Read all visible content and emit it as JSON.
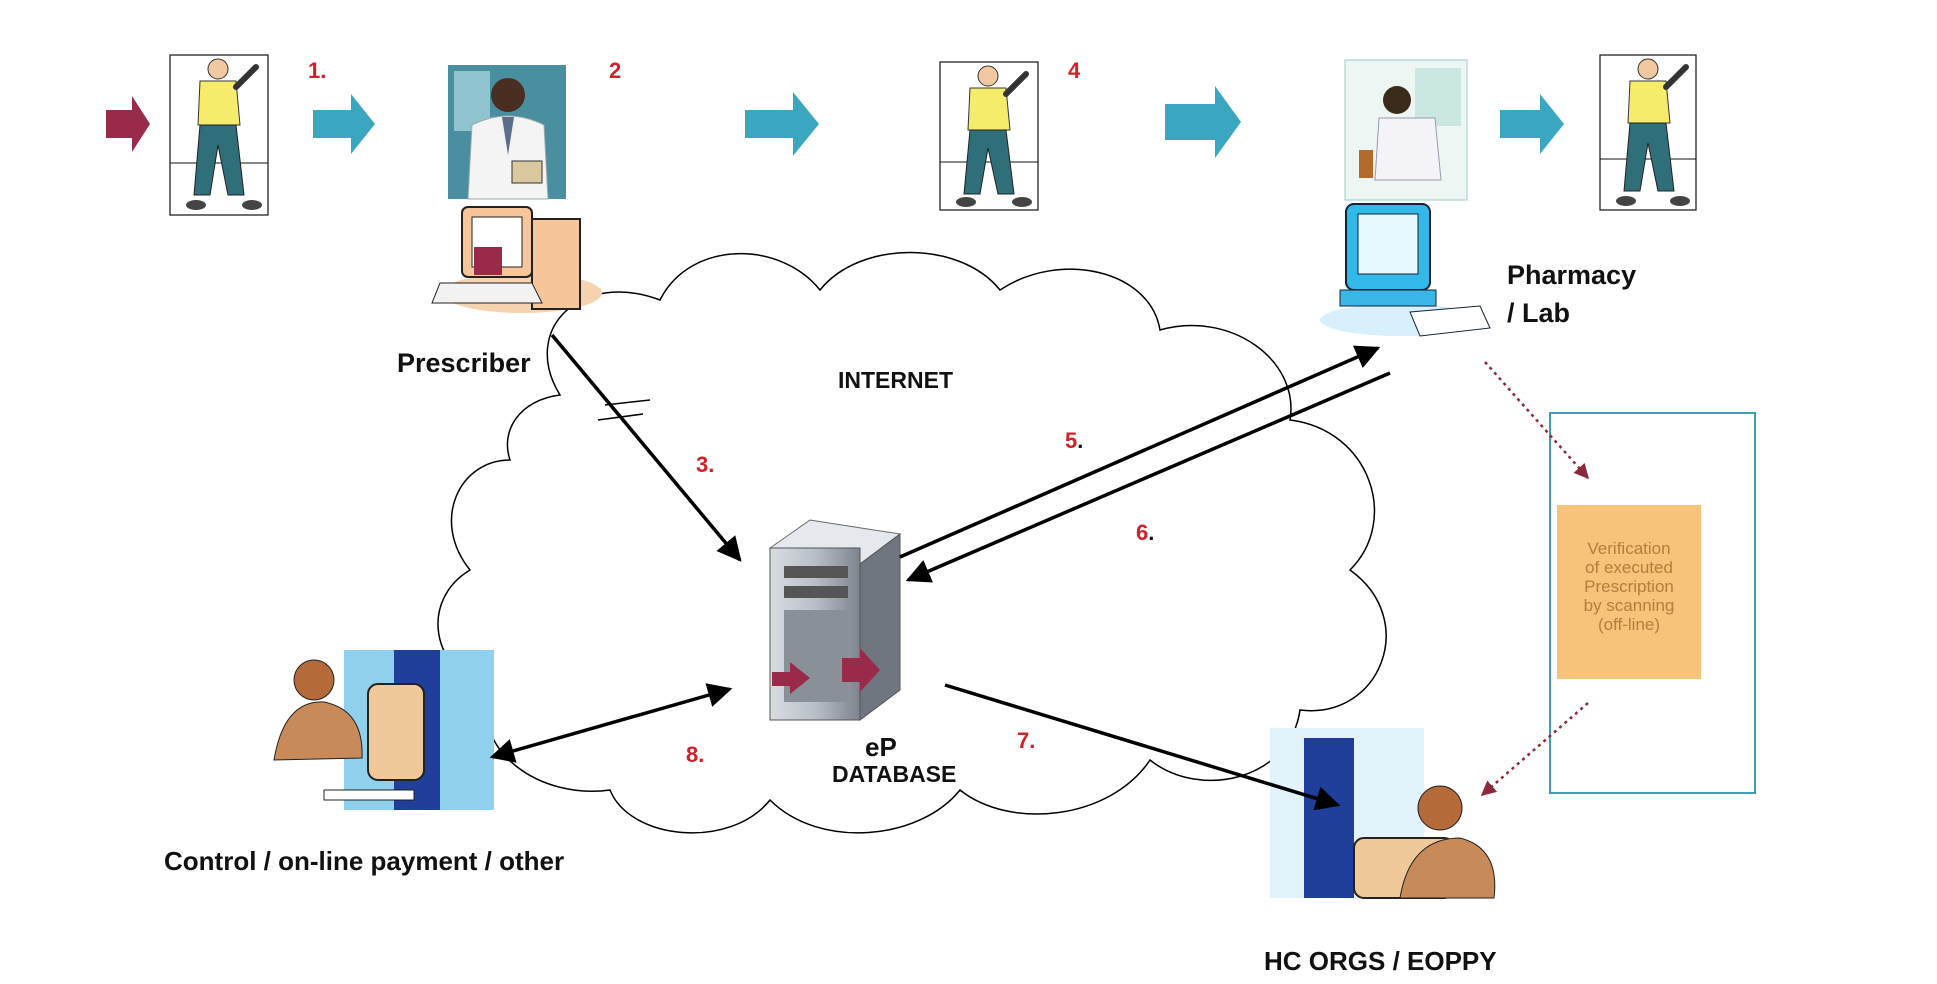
{
  "diagram": {
    "steps": {
      "s1": "1.",
      "s2": "2",
      "s3": "3.",
      "s4": "4",
      "s5": "5",
      "s6": "6",
      "s7": "7.",
      "s8": "8."
    },
    "step_dot": ".",
    "labels": {
      "prescriber": "Prescriber",
      "internet": "INTERNET",
      "pharmacy_line1": "Pharmacy",
      "pharmacy_line2": "/ Lab",
      "db_line1": "eP",
      "db_line2": "DATABASE",
      "control": "Control / on-line payment / other",
      "hc_orgs": "HC ORGS / EOPPY"
    },
    "verification": {
      "line1": "Verification",
      "line2": "of executed",
      "line3": "Prescription",
      "line4": "by scanning",
      "line5": "(off-line)"
    },
    "icons": [
      "patient-figure-icon",
      "doctor-icon",
      "desktop-computer-icon",
      "pharmacist-icon",
      "blue-computer-icon",
      "database-server-icon",
      "office-worker-icon",
      "flow-arrow-icon"
    ],
    "colors": {
      "teal_arrow": "#3aa6bf",
      "maroon_arrow": "#9a2a4a",
      "step_number": "#d0202a",
      "verification_box": "#f7c27a",
      "verification_frame": "#3aa0b8"
    }
  }
}
